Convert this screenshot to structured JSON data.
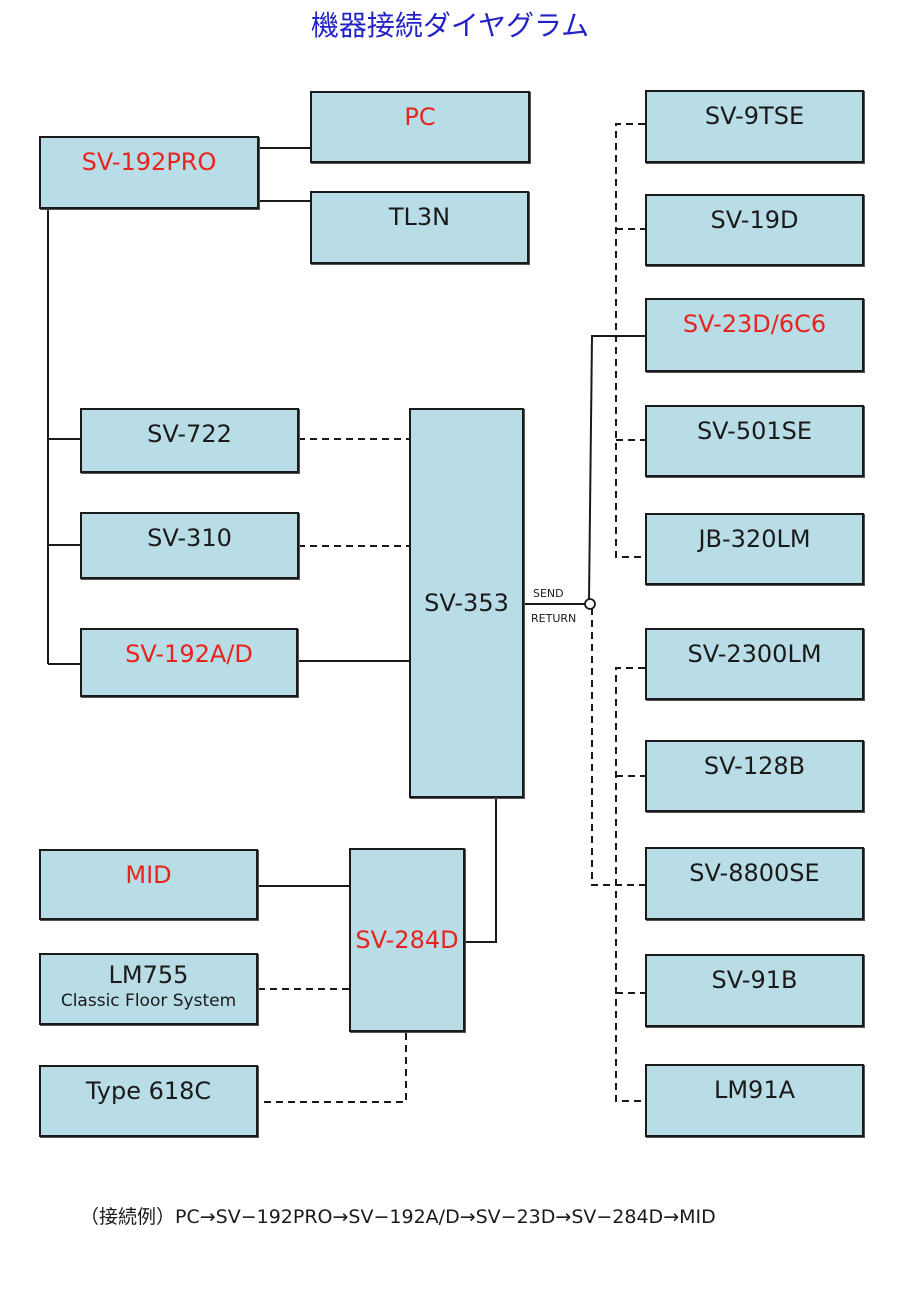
{
  "title": "機器接続ダイヤグラム",
  "boxes": {
    "pc": "PC",
    "sv192pro": "SV-192PRO",
    "tl3n": "TL3N",
    "sv722": "SV-722",
    "sv310": "SV-310",
    "sv192ad": "SV-192A/D",
    "sv353": "SV-353",
    "mid": "MID",
    "lm755": "LM755",
    "lm755_sub": "Classic Floor System",
    "type618c": "Type 618C",
    "sv284d": "SV-284D",
    "sv9tse": "SV-9TSE",
    "sv19d": "SV-19D",
    "sv23d": "SV-23D/6C6",
    "sv501se": "SV-501SE",
    "jb320lm": "JB-320LM",
    "sv2300lm": "SV-2300LM",
    "sv128b": "SV-128B",
    "sv8800se": "SV-8800SE",
    "sv91b": "SV-91B",
    "lm91a": "LM91A"
  },
  "ports": {
    "send": "SEND",
    "return": "RETURN"
  },
  "footer": "（接続例）PC→SV−192PRO→SV−192A/D→SV−23D→SV−284D→MID",
  "colors": {
    "box_fill": "#b9dde6",
    "highlight_text": "#e8231c",
    "title": "#2323c8"
  }
}
